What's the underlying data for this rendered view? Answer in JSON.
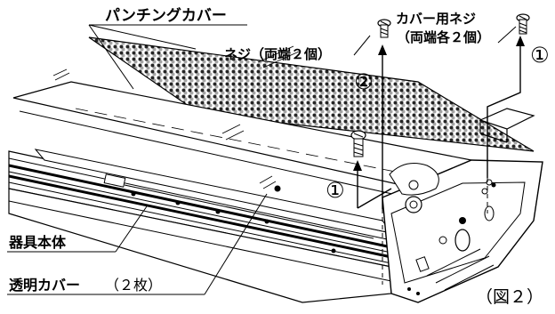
{
  "labels": {
    "punching_cover": "パンチングカバー",
    "cover_screw": "カバー用ネジ",
    "cover_screw_note": "（両端各２個）",
    "screw": "ネジ（両端２個）",
    "fixture_body": "器具本体",
    "clear_cover": "透明カバー",
    "clear_cover_qty": "（２枚）",
    "figure_label": "（図２）"
  },
  "steps": {
    "step1_left": "①",
    "step1_right": "①",
    "step2": "②"
  },
  "colors": {
    "line": "#000000",
    "background": "#ffffff"
  }
}
